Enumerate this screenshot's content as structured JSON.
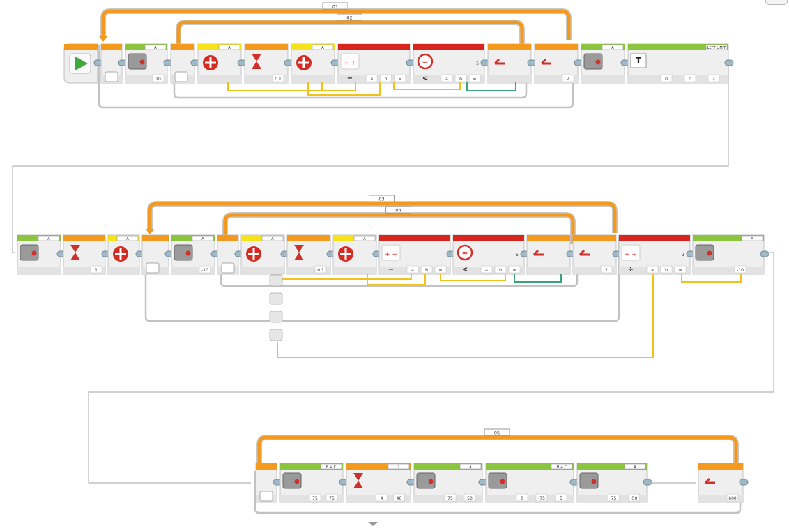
{
  "colors": {
    "flow": "#f39a1e",
    "motor": "#8bc53f",
    "sensor": "#f5e21b",
    "math": "#d7261e",
    "data_wire": "#f1c21b",
    "logic_wire": "#3aa17a",
    "bg": "#ffffff"
  },
  "loop_labels": [
    "01",
    "02",
    "03",
    "04",
    "05"
  ],
  "start": {
    "icon": "play-icon"
  },
  "rows": [
    [
      {
        "k": "start"
      },
      {
        "k": "loop"
      },
      {
        "k": "motor",
        "port": "A",
        "v": [
          "10"
        ],
        "mode": "rotate"
      },
      {
        "k": "loop"
      },
      {
        "k": "sensor",
        "port": "A",
        "mode": "gyro"
      },
      {
        "k": "wait",
        "v": [
          "0.1"
        ]
      },
      {
        "k": "sensor",
        "port": "A",
        "mode": "gyro"
      },
      {
        "k": "math",
        "sym": "−",
        "v": [
          "a",
          "b",
          "="
        ]
      },
      {
        "k": "compare",
        "sym": "<",
        "v": [
          "a",
          "b",
          "="
        ],
        "lv": "5"
      },
      {
        "k": "loopint",
        "mode": "switch"
      },
      {
        "k": "loopint",
        "v": [
          "2"
        ],
        "mode": "timer"
      },
      {
        "k": "motor",
        "port": "A",
        "mode": "stop"
      },
      {
        "k": "display",
        "port": "LEFT LIMIT",
        "v": [
          "0",
          "0",
          "2"
        ]
      }
    ],
    [
      {
        "k": "motor",
        "port": "A",
        "mode": "stop"
      },
      {
        "k": "wait",
        "v": [
          "1"
        ]
      },
      {
        "k": "sensor",
        "port": "A",
        "mode": "reset"
      },
      {
        "k": "loop"
      },
      {
        "k": "motor",
        "port": "A",
        "v": [
          "-10"
        ],
        "mode": "rotate"
      },
      {
        "k": "loop"
      },
      {
        "k": "sensor",
        "port": "A",
        "mode": "gyro"
      },
      {
        "k": "wait",
        "v": [
          "0.1"
        ]
      },
      {
        "k": "sensor",
        "port": "A",
        "mode": "gyro"
      },
      {
        "k": "math",
        "sym": "−",
        "v": [
          "a",
          "b",
          "="
        ]
      },
      {
        "k": "compare",
        "sym": "<",
        "v": [
          "a",
          "b",
          "="
        ],
        "lv": "5"
      },
      {
        "k": "loopint",
        "mode": "switch"
      },
      {
        "k": "loopint",
        "v": [
          "2"
        ],
        "mode": "timer"
      },
      {
        "k": "math",
        "sym": "÷",
        "v": [
          "a",
          "b",
          "="
        ],
        "lv": "2"
      },
      {
        "k": "motor",
        "port": "A",
        "v": [
          "-10"
        ],
        "mode": "degrees"
      }
    ],
    [
      {
        "k": "loop"
      },
      {
        "k": "motor",
        "port": "B + C",
        "v": [
          "75",
          "75"
        ],
        "mode": "tank"
      },
      {
        "k": "wait",
        "port": "2",
        "v": [
          "4",
          "40"
        ],
        "mode": "ultrasonic"
      },
      {
        "k": "motor",
        "port": "A",
        "v": [
          "75",
          "50"
        ],
        "mode": "medium"
      },
      {
        "k": "motor",
        "port": "B + C",
        "v": [
          "0",
          "-75",
          "5"
        ],
        "mode": "steering"
      },
      {
        "k": "motor",
        "port": "A",
        "v": [
          "75",
          "-50"
        ],
        "mode": "medium"
      },
      {
        "k": "loopint",
        "v": [
          "600"
        ],
        "mode": "timer"
      }
    ]
  ]
}
